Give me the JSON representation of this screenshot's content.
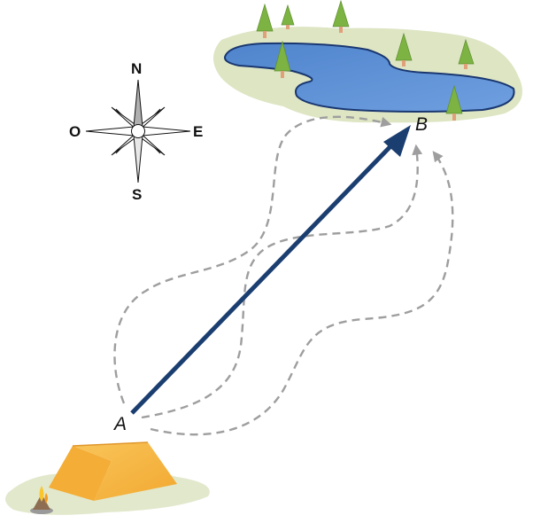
{
  "compass": {
    "north": "N",
    "south": "S",
    "east": "E",
    "west": "O"
  },
  "points": {
    "start": "A",
    "end": "B"
  },
  "colors": {
    "displacement_arrow": "#1b3e70",
    "dashed_paths": "#9e9e9e",
    "lake_fill": "#5b8fd4",
    "lake_outline": "#1a3770",
    "grass": "#dde5c3",
    "tree": "#7cb342",
    "tent": "#f6b640"
  },
  "scene": {
    "landmarks": [
      "lake-with-trees",
      "tent-with-campfire",
      "compass-rose"
    ],
    "paths": [
      {
        "name": "dashed-path-upper",
        "style": "dashed"
      },
      {
        "name": "dashed-path-middle",
        "style": "dashed"
      },
      {
        "name": "dashed-path-lower",
        "style": "dashed"
      },
      {
        "name": "displacement-vector",
        "style": "solid",
        "from": "A",
        "to": "B"
      }
    ]
  }
}
